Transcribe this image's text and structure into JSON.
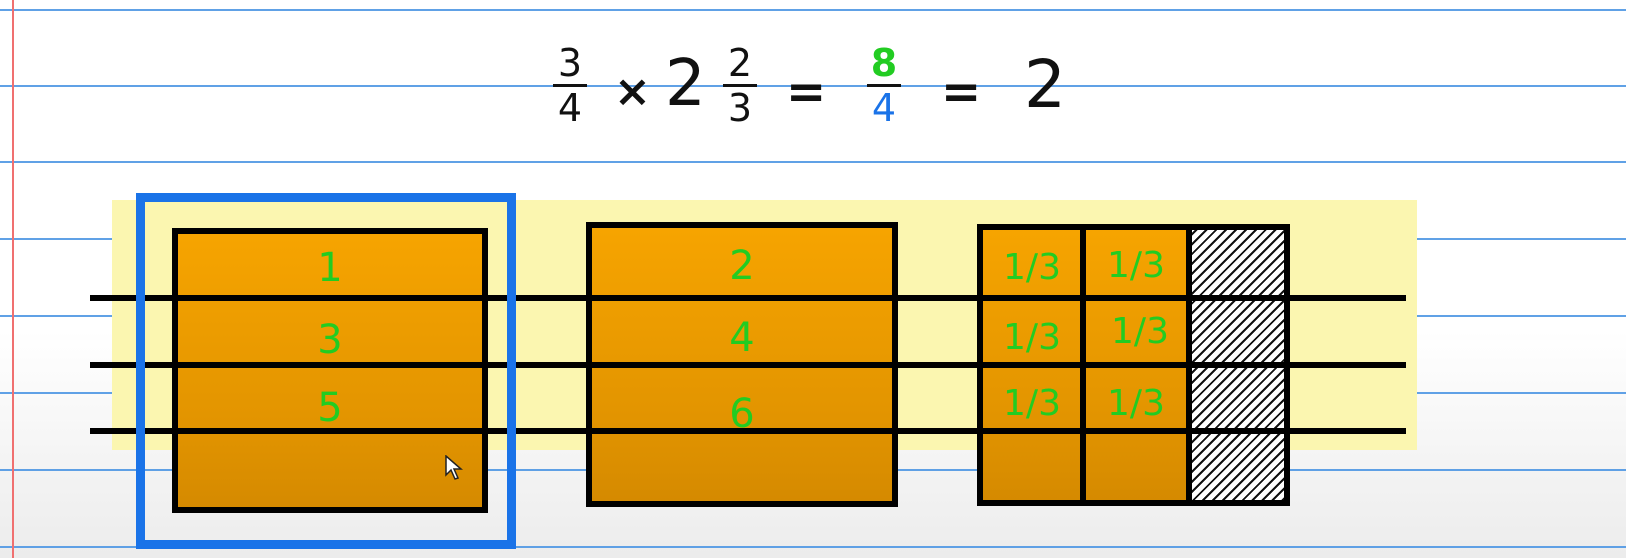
{
  "equation": {
    "frac1": {
      "num": "3",
      "den": "4"
    },
    "times": "×",
    "whole": "2",
    "frac2": {
      "num": "2",
      "den": "3"
    },
    "eq1": "=",
    "result_frac": {
      "num": "8",
      "den": "4"
    },
    "eq2": "=",
    "result": "2"
  },
  "colors": {
    "ruled_line": "#4f97e3",
    "margin_line": "#f07070",
    "highlight": "#fbf6b0",
    "box_fill": "#f6a400",
    "label_green": "#22cc22",
    "selection_blue": "#1a73e8",
    "result_num": "#22cc22",
    "result_den": "#1a73e8"
  },
  "boxes": {
    "box1": {
      "labels": [
        "1",
        "3",
        "5",
        ""
      ]
    },
    "box2": {
      "labels": [
        "2",
        "4",
        "6",
        ""
      ]
    },
    "box3": {
      "labels": [
        "1/3",
        "1/3",
        "1/3",
        "1/3",
        "1/3",
        "1/3"
      ]
    }
  }
}
